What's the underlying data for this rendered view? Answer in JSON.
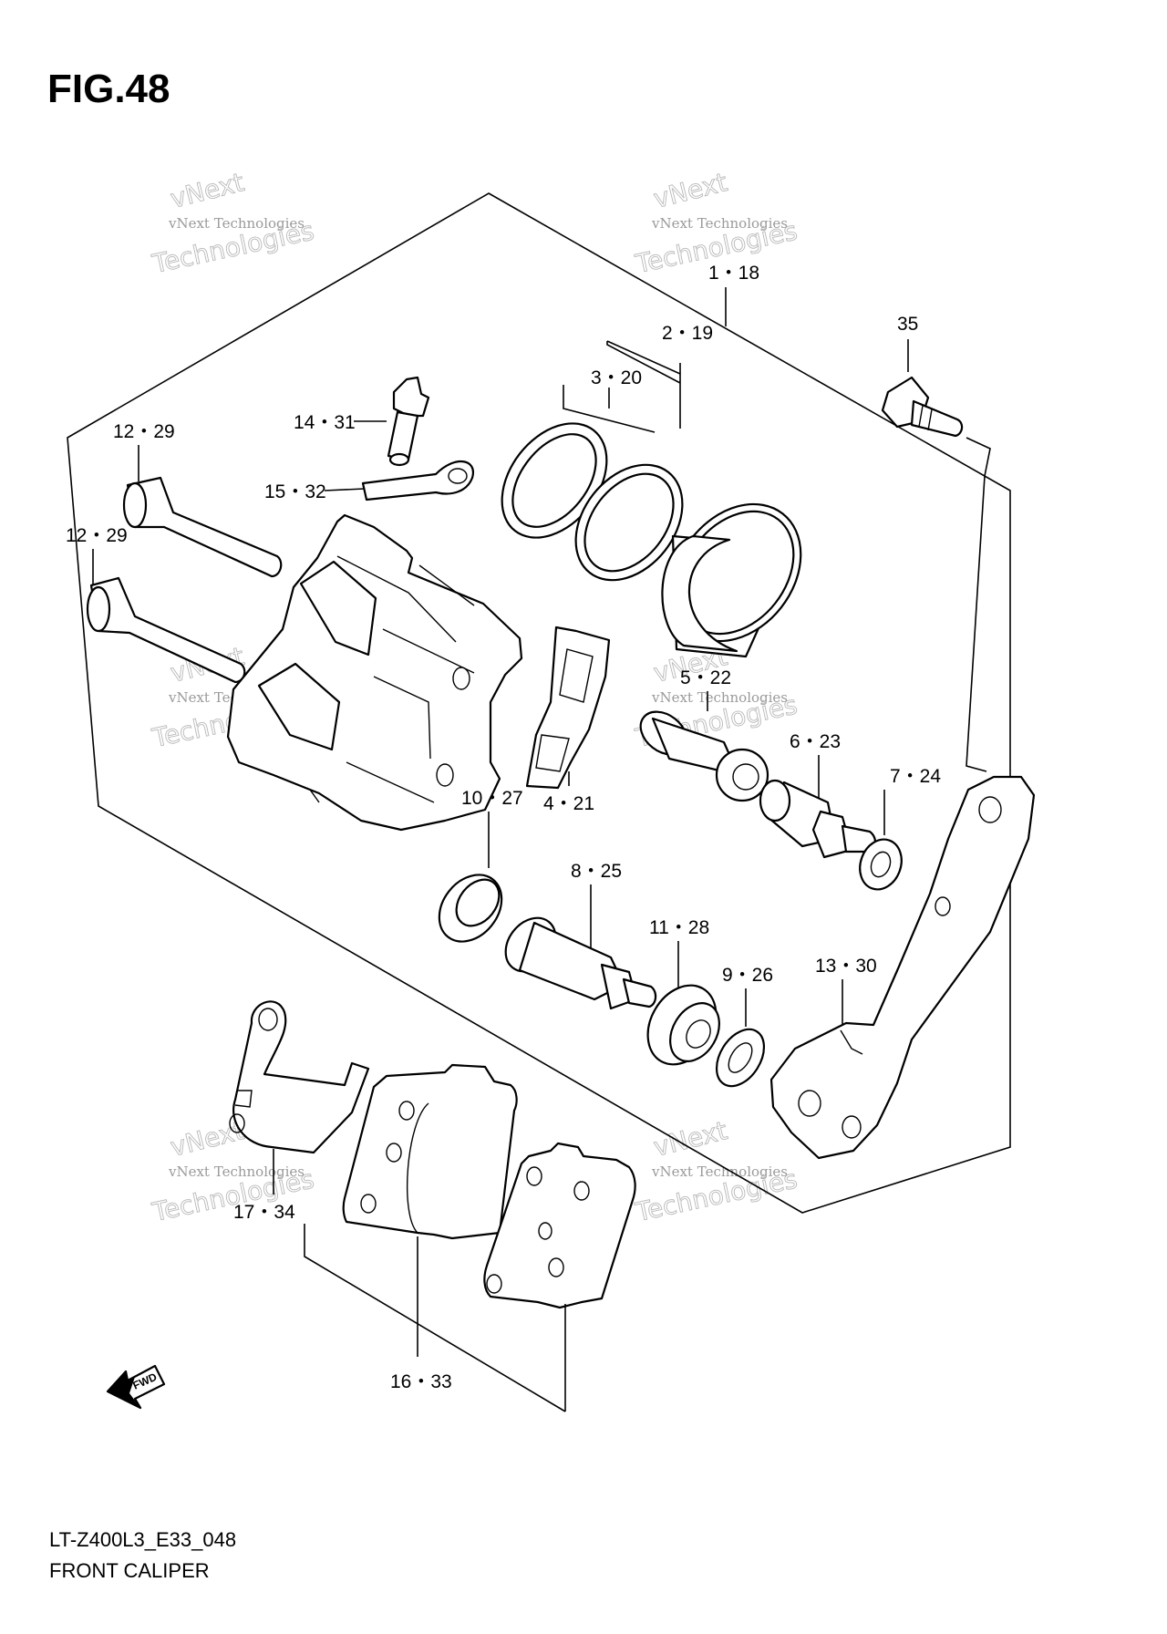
{
  "figure": {
    "title": "FIG.48"
  },
  "footer": {
    "code": "LT-Z400L3_E33_048",
    "name": "FRONT CALIPER"
  },
  "callouts": {
    "c1": "1・18",
    "c2": "2・19",
    "c3": "3・20",
    "c4": "4・21",
    "c5": "5・22",
    "c6": "6・23",
    "c7": "7・24",
    "c8": "8・25",
    "c9": "9・26",
    "c10": "10・27",
    "c11": "11・28",
    "c12a": "12・29",
    "c12b": "12・29",
    "c13": "13・30",
    "c14": "14・31",
    "c15": "15・32",
    "c16": "16・33",
    "c17": "17・34",
    "c35": "35"
  },
  "fwd_marker": {
    "label": "FWD"
  },
  "watermark": {
    "line1": "vNext",
    "line2": "vNext Technologies",
    "line3": "Technologies"
  },
  "icons": {
    "direction_arrow": "fwd-arrow-icon"
  }
}
